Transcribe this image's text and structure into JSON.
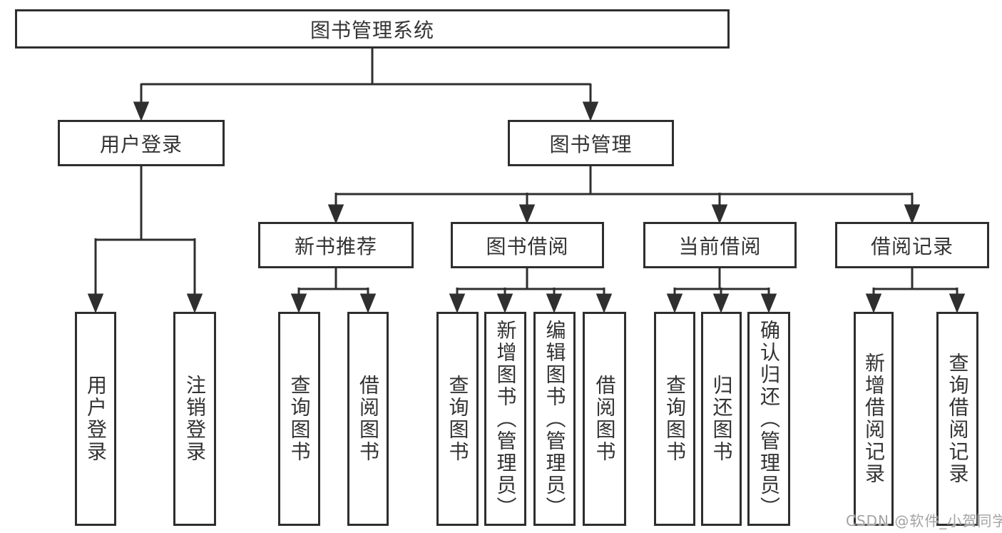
{
  "diagram": {
    "title": "图书管理系统",
    "colors": {
      "line": "#2f2f2f",
      "box_border": "#2e2e2e",
      "text": "#333333",
      "watermark": "#a3a3a3",
      "background": "#ffffff"
    },
    "root": {
      "label": "图书管理系统"
    },
    "level2": [
      {
        "label": "用户登录"
      },
      {
        "label": "图书管理"
      }
    ],
    "level3": [
      {
        "label": "新书推荐"
      },
      {
        "label": "图书借阅"
      },
      {
        "label": "当前借阅"
      },
      {
        "label": "借阅记录"
      }
    ],
    "leaves": {
      "user": [
        {
          "label": "用户登录"
        },
        {
          "label": "注销登录"
        }
      ],
      "recommend": [
        {
          "label": "查询图书"
        },
        {
          "label": "借阅图书"
        }
      ],
      "borrow": [
        {
          "label": "查询图书"
        },
        {
          "label": "新增图书（管理员）"
        },
        {
          "label": "编辑图书（管理员）"
        },
        {
          "label": "借阅图书"
        }
      ],
      "current": [
        {
          "label": "查询图书"
        },
        {
          "label": "归还图书"
        },
        {
          "label": "确认归还（管理员）"
        }
      ],
      "records": [
        {
          "label": "新增借阅记录"
        },
        {
          "label": "查询借阅记录"
        }
      ]
    },
    "watermark": "CSDN @软件_小贺同学"
  }
}
